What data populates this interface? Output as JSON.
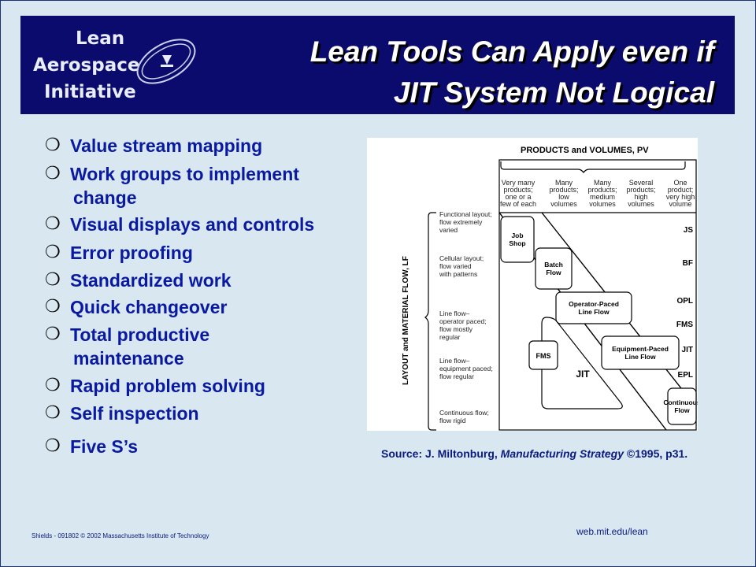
{
  "logo": {
    "line1": "Lean",
    "line2": "Aerospace",
    "line3": "Initiative"
  },
  "title": {
    "line1": "Lean Tools Can Apply even if",
    "line2": "JIT System Not Logical"
  },
  "bullets": [
    {
      "line1": "Value stream mapping"
    },
    {
      "line1": "Work groups to implement",
      "line2": "change"
    },
    {
      "line1": "Visual displays and controls"
    },
    {
      "line1": "Error proofing"
    },
    {
      "line1": "Standardized work"
    },
    {
      "line1": "Quick changeover"
    },
    {
      "line1": "Total productive",
      "line2": "maintenance"
    },
    {
      "line1": "Rapid problem solving"
    },
    {
      "line1": "Self inspection"
    },
    {
      "line1": "Five S’s"
    }
  ],
  "figure": {
    "products_header": "PRODUCTS and VOLUMES, PV",
    "columns": [
      [
        "Very many",
        "products;",
        "one or a",
        "few of each"
      ],
      [
        "Many",
        "products;",
        "low",
        "volumes"
      ],
      [
        "Many",
        "products;",
        "medium",
        "volumes"
      ],
      [
        "Several",
        "products;",
        "high",
        "volumes"
      ],
      [
        "One",
        "product;",
        "very high",
        "volume"
      ]
    ],
    "layout_axis": "LAYOUT and MATERIAL FLOW, LF",
    "rows": [
      [
        "Functional layout;",
        "flow extremely",
        "varied"
      ],
      [
        "Cellular layout;",
        "flow varied",
        "with patterns"
      ],
      [
        "Line flow–",
        "operator paced;",
        "flow mostly",
        "regular"
      ],
      [
        "Line flow–",
        "equipment paced;",
        "flow regular"
      ],
      [
        "Continuous flow;",
        "flow rigid"
      ]
    ],
    "diag_boxes": [
      [
        "Job",
        "Shop"
      ],
      [
        "Batch",
        "Flow"
      ],
      [
        "Operator-Paced",
        "Line Flow"
      ],
      [
        "Equipment-Paced",
        "Line Flow"
      ],
      [
        "Continuous",
        "Flow"
      ]
    ],
    "right_codes": [
      "JS",
      "BF",
      "OPL",
      "FMS",
      "JIT",
      "EPL"
    ],
    "fms_label": "FMS",
    "jit_label": "JIT"
  },
  "source": {
    "prefix": "Source: J. Miltonburg, ",
    "book": "Manufacturing Strategy",
    "suffix": " ©1995, p31."
  },
  "footer": {
    "left": "Shields  - 091802  © 2002  Massachusetts Institute of Technology",
    "right": "web.mit.edu/lean"
  }
}
